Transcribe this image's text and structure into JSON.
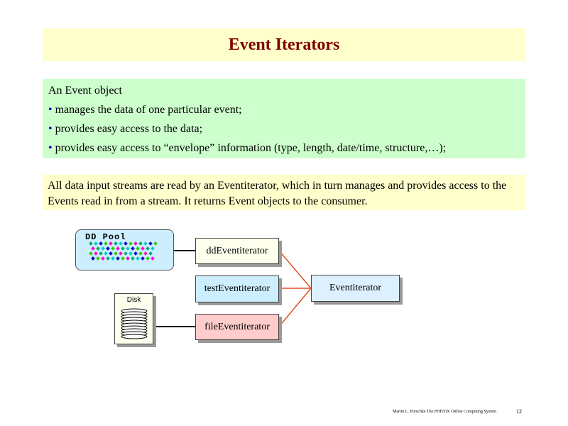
{
  "title": "Event Iterators",
  "intro": {
    "heading": "An Event object",
    "bullet_char": "•",
    "bullets": [
      "manages the data of one particular event;",
      "provides easy access to the data;",
      "provides easy access to “envelope” information (type, length, date/time, structure,…);"
    ]
  },
  "description": "All data input streams are read by an Eventiterator, which in turn manages and provides access to the Events read in from a stream. It returns Event objects to the consumer.",
  "diagram": {
    "pool_label": "DD Pool",
    "disk_label": "Disk",
    "nodes": {
      "dd": "ddEventiterator",
      "test": "testEventiterator",
      "file": "fileEventiterator",
      "main": "Eventiterator"
    },
    "colors": {
      "connector_black": "#000000",
      "connector_red": "#e05020",
      "dd_fill": "#ffffee",
      "test_fill": "#cceeff",
      "file_fill": "#ffcccc",
      "main_fill": "#ddf0ff",
      "pool_dots": [
        "#00aa66",
        "#0000cc",
        "#ff00cc",
        "#00cccc",
        "#33cc00"
      ]
    }
  },
  "footer": {
    "text": "Martin L. Purschke The PHENIX Online Computing System",
    "page": "12"
  },
  "colors": {
    "title": "#800000",
    "title_bg": "#ffffcc",
    "intro_bg": "#ccffcc",
    "bullet": "#0000cc"
  }
}
